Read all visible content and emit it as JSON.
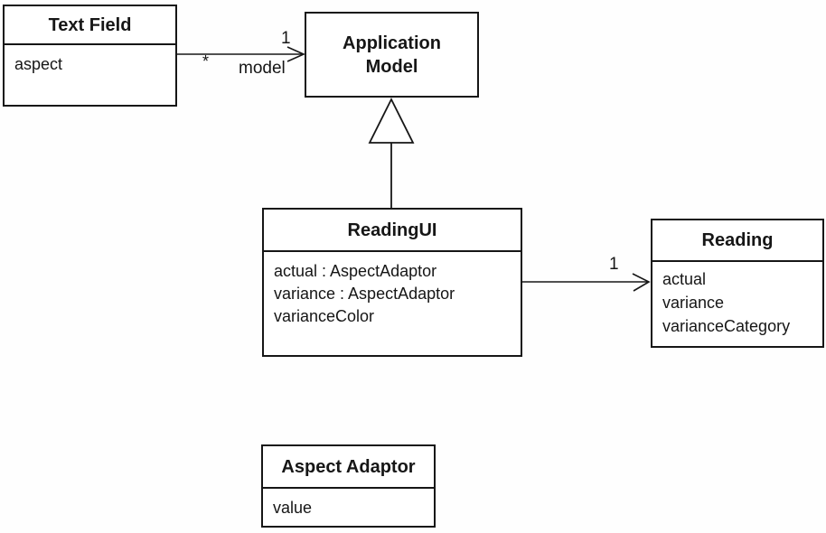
{
  "diagram": {
    "background_color": "#ffffff",
    "line_color": "#161616",
    "classes": [
      {
        "id": "text-field",
        "title": "Text Field",
        "attributes": [
          "aspect"
        ]
      },
      {
        "id": "application-model",
        "title": "Application Model",
        "attributes": []
      },
      {
        "id": "readingui",
        "title": "ReadingUI",
        "attributes": [
          "actual : AspectAdaptor",
          "variance : AspectAdaptor",
          "varianceColor"
        ]
      },
      {
        "id": "reading",
        "title": "Reading",
        "attributes": [
          "actual",
          "variance",
          "varianceCategory"
        ]
      },
      {
        "id": "aspect-adaptor",
        "title": "Aspect Adaptor",
        "attributes": [
          "value"
        ]
      }
    ],
    "relations": [
      {
        "type": "association",
        "from": "Text Field",
        "to": "Application Model",
        "target_multiplicity": "1",
        "source_multiplicity": "*",
        "role_label": "model"
      },
      {
        "type": "generalization",
        "from": "ReadingUI",
        "to": "Application Model"
      },
      {
        "type": "association",
        "from": "ReadingUI",
        "to": "Reading",
        "target_multiplicity": "1"
      }
    ]
  }
}
